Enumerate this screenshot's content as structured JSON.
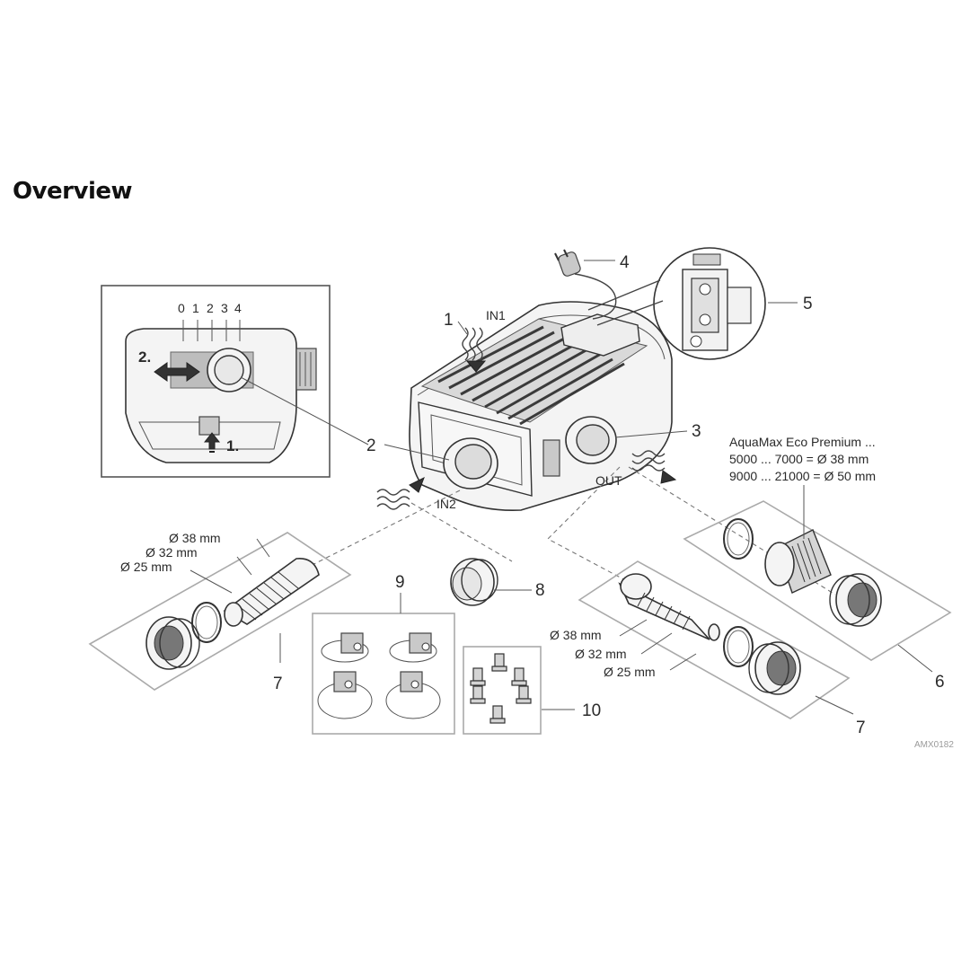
{
  "page": {
    "title": "Overview"
  },
  "diagram": {
    "callouts": {
      "c1": "1",
      "c2": "2",
      "c3": "3",
      "c4": "4",
      "c5": "5",
      "c6": "6",
      "c7a": "7",
      "c7b": "7",
      "c8": "8",
      "c9": "9",
      "c10": "10"
    },
    "flow_labels": {
      "in1": "IN1",
      "in2": "IN2",
      "out": "OUT"
    },
    "inset": {
      "scale": [
        "0",
        "1",
        "2",
        "3",
        "4"
      ],
      "step1": "1.",
      "step2": "2."
    },
    "model_note": {
      "line1": "AquaMax Eco Premium ...",
      "line2": "5000 ... 7000 = Ø 38 mm",
      "line3": "9000 ... 21000 = Ø 50 mm"
    },
    "hose_tail_left": [
      "Ø 38 mm",
      "Ø 32 mm",
      "Ø 25 mm"
    ],
    "hose_tail_right": [
      "Ø 38 mm",
      "Ø 32 mm",
      "Ø 25 mm"
    ],
    "figure_code": "AMX0182"
  }
}
